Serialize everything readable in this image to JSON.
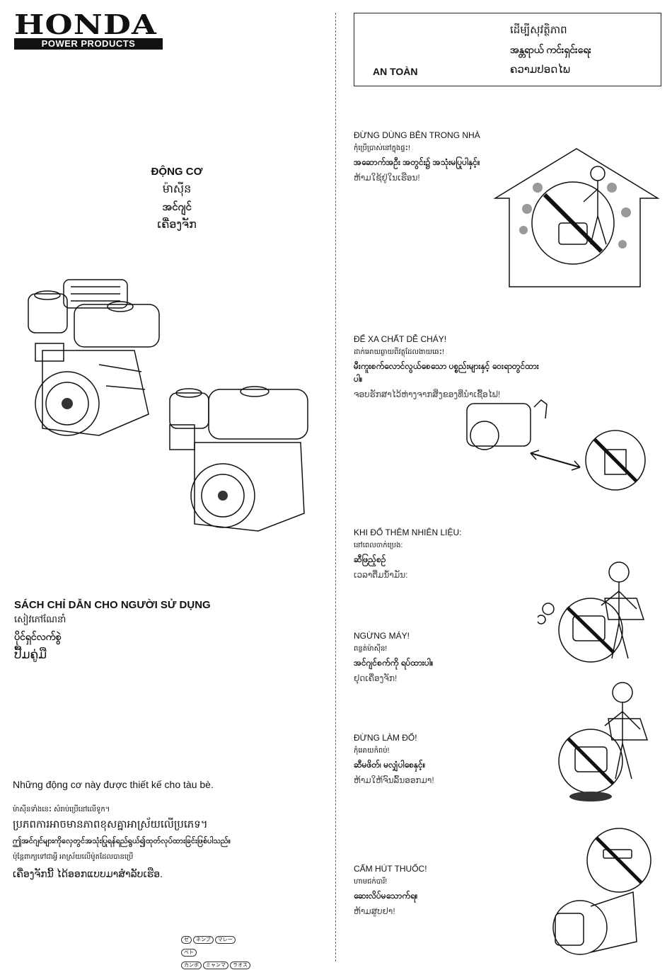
{
  "logo": {
    "brand": "HONDA",
    "tagline": "POWER PRODUCTS"
  },
  "title": {
    "vi": "ĐỘNG CƠ",
    "th": "ម៉ាស៊ីន",
    "my": "အင်ဂျင်",
    "lo": "ເຄື່ອງຈັກ"
  },
  "manual": {
    "vi": "SÁCH CHỈ DẪN CHO NGƯỜI SỬ DỤNG",
    "km": "សៀវភៅណែនាំ",
    "my": "ပိုင်ရှင်လက်စွဲ",
    "lo": "ປື້ມຄູ່ມື"
  },
  "notice": {
    "vi": "Những động cơ này được thiết kế cho tàu bè.",
    "th": "ម៉ាស៊ីនទាំងនេះ សំរាប់ប្រើនៅលើទូក។",
    "km": "ប្រភពការអាចមានភាពខុសគ្នាអាស្រ័យលើប្រភេទ។",
    "my": "ဤအင်ဂျင်များကိုလှေတွင်အသုံးပြုရန်ရည်ရွယ်၍ထုတ်လုပ်ထားခြင်းဖြစ်ပါသည်။",
    "km2": "ប៉ុន្តែពាក្យទៅជាអ្វី អាស្រ័យលើម៉ូតដែលបានប្រើ",
    "lo": "ເຄື່ອງຈັກນີ້ ໄດ້ອອກແບບມາສຳລັບເຮືອ."
  },
  "marks": [
    "ゼ",
    "ネンブ",
    "マレー",
    "ベト",
    "カンボ",
    "ミャンマ",
    "ラオス"
  ],
  "safety": {
    "label": "AN TOÀN",
    "km": "ដើម្បីសុវត្ថិភាព",
    "my": "အန္တရာယ် ကင်းရှင်းရေး",
    "lo": "ຄວາມປອດໄພ"
  },
  "warnings": [
    {
      "h": "ĐỪNG DÙNG BÊN TRONG NHÀ",
      "l1": "កុំប្រើប្រាស់នៅក្នុងផ្ទះ!",
      "l2": "အဆောက်အဦး အတွင်း၌ အသုံးမပြုပါနှင့်။",
      "l3": "ຫ້າມໃຊ້ຢູ່ໃນເຮືອນ!"
    },
    {
      "h": "ĐỂ XA CHẤT DỄ CHÁY!",
      "l1": "ដាក់អោយឆ្ងាយពីវត្ថុដែលងាយឆេះ!",
      "l2": "မီးကူးစက်လောင်လွယ်စေသော ပစ္စည်းများနှင့် ဝေးရာတွင်ထားပါ။",
      "l3": "ຈອບຮັກສາໄວ້ຫ່າງຈາກສິ່ງຂອງທີ່ນຳເຊື້ອໄຟ!"
    },
    {
      "h": "KHI ĐỔ THÊM NHIÊN LIỆU:",
      "l1": "នៅពេលចាក់ប្រេង:",
      "l2": "ဆီဖြည့်စဉ်",
      "l3": "ເວລາຕື່ມນ້ຳມັນ:"
    },
    {
      "h": "NGỪNG MÁY!",
      "l1": "ពន្លត់ម៉ាស៊ីន!",
      "l2": "အင်ဂျင်စက်ကို ရပ်ထားပါ။",
      "l3": "ຢຸດເຄື່ອງຈັກ!"
    },
    {
      "h": "ĐỪNG LÀM ĐỔ!",
      "l1": "កុំអោយកំពប់!",
      "l2": "ဆီမဖိတ်၊ မလျှံပါစေနှင့်။",
      "l3": "ຫ້າມໃຫ້ຈົນລົ້ນອອກມາ!"
    },
    {
      "h": "CẤM HÚT THUỐC!",
      "l1": "ហាមជក់បារី!",
      "l2": "ဆေးလိပ်မသောက်ရ။",
      "l3": "ຫ້າມສູບຢາ!"
    }
  ]
}
